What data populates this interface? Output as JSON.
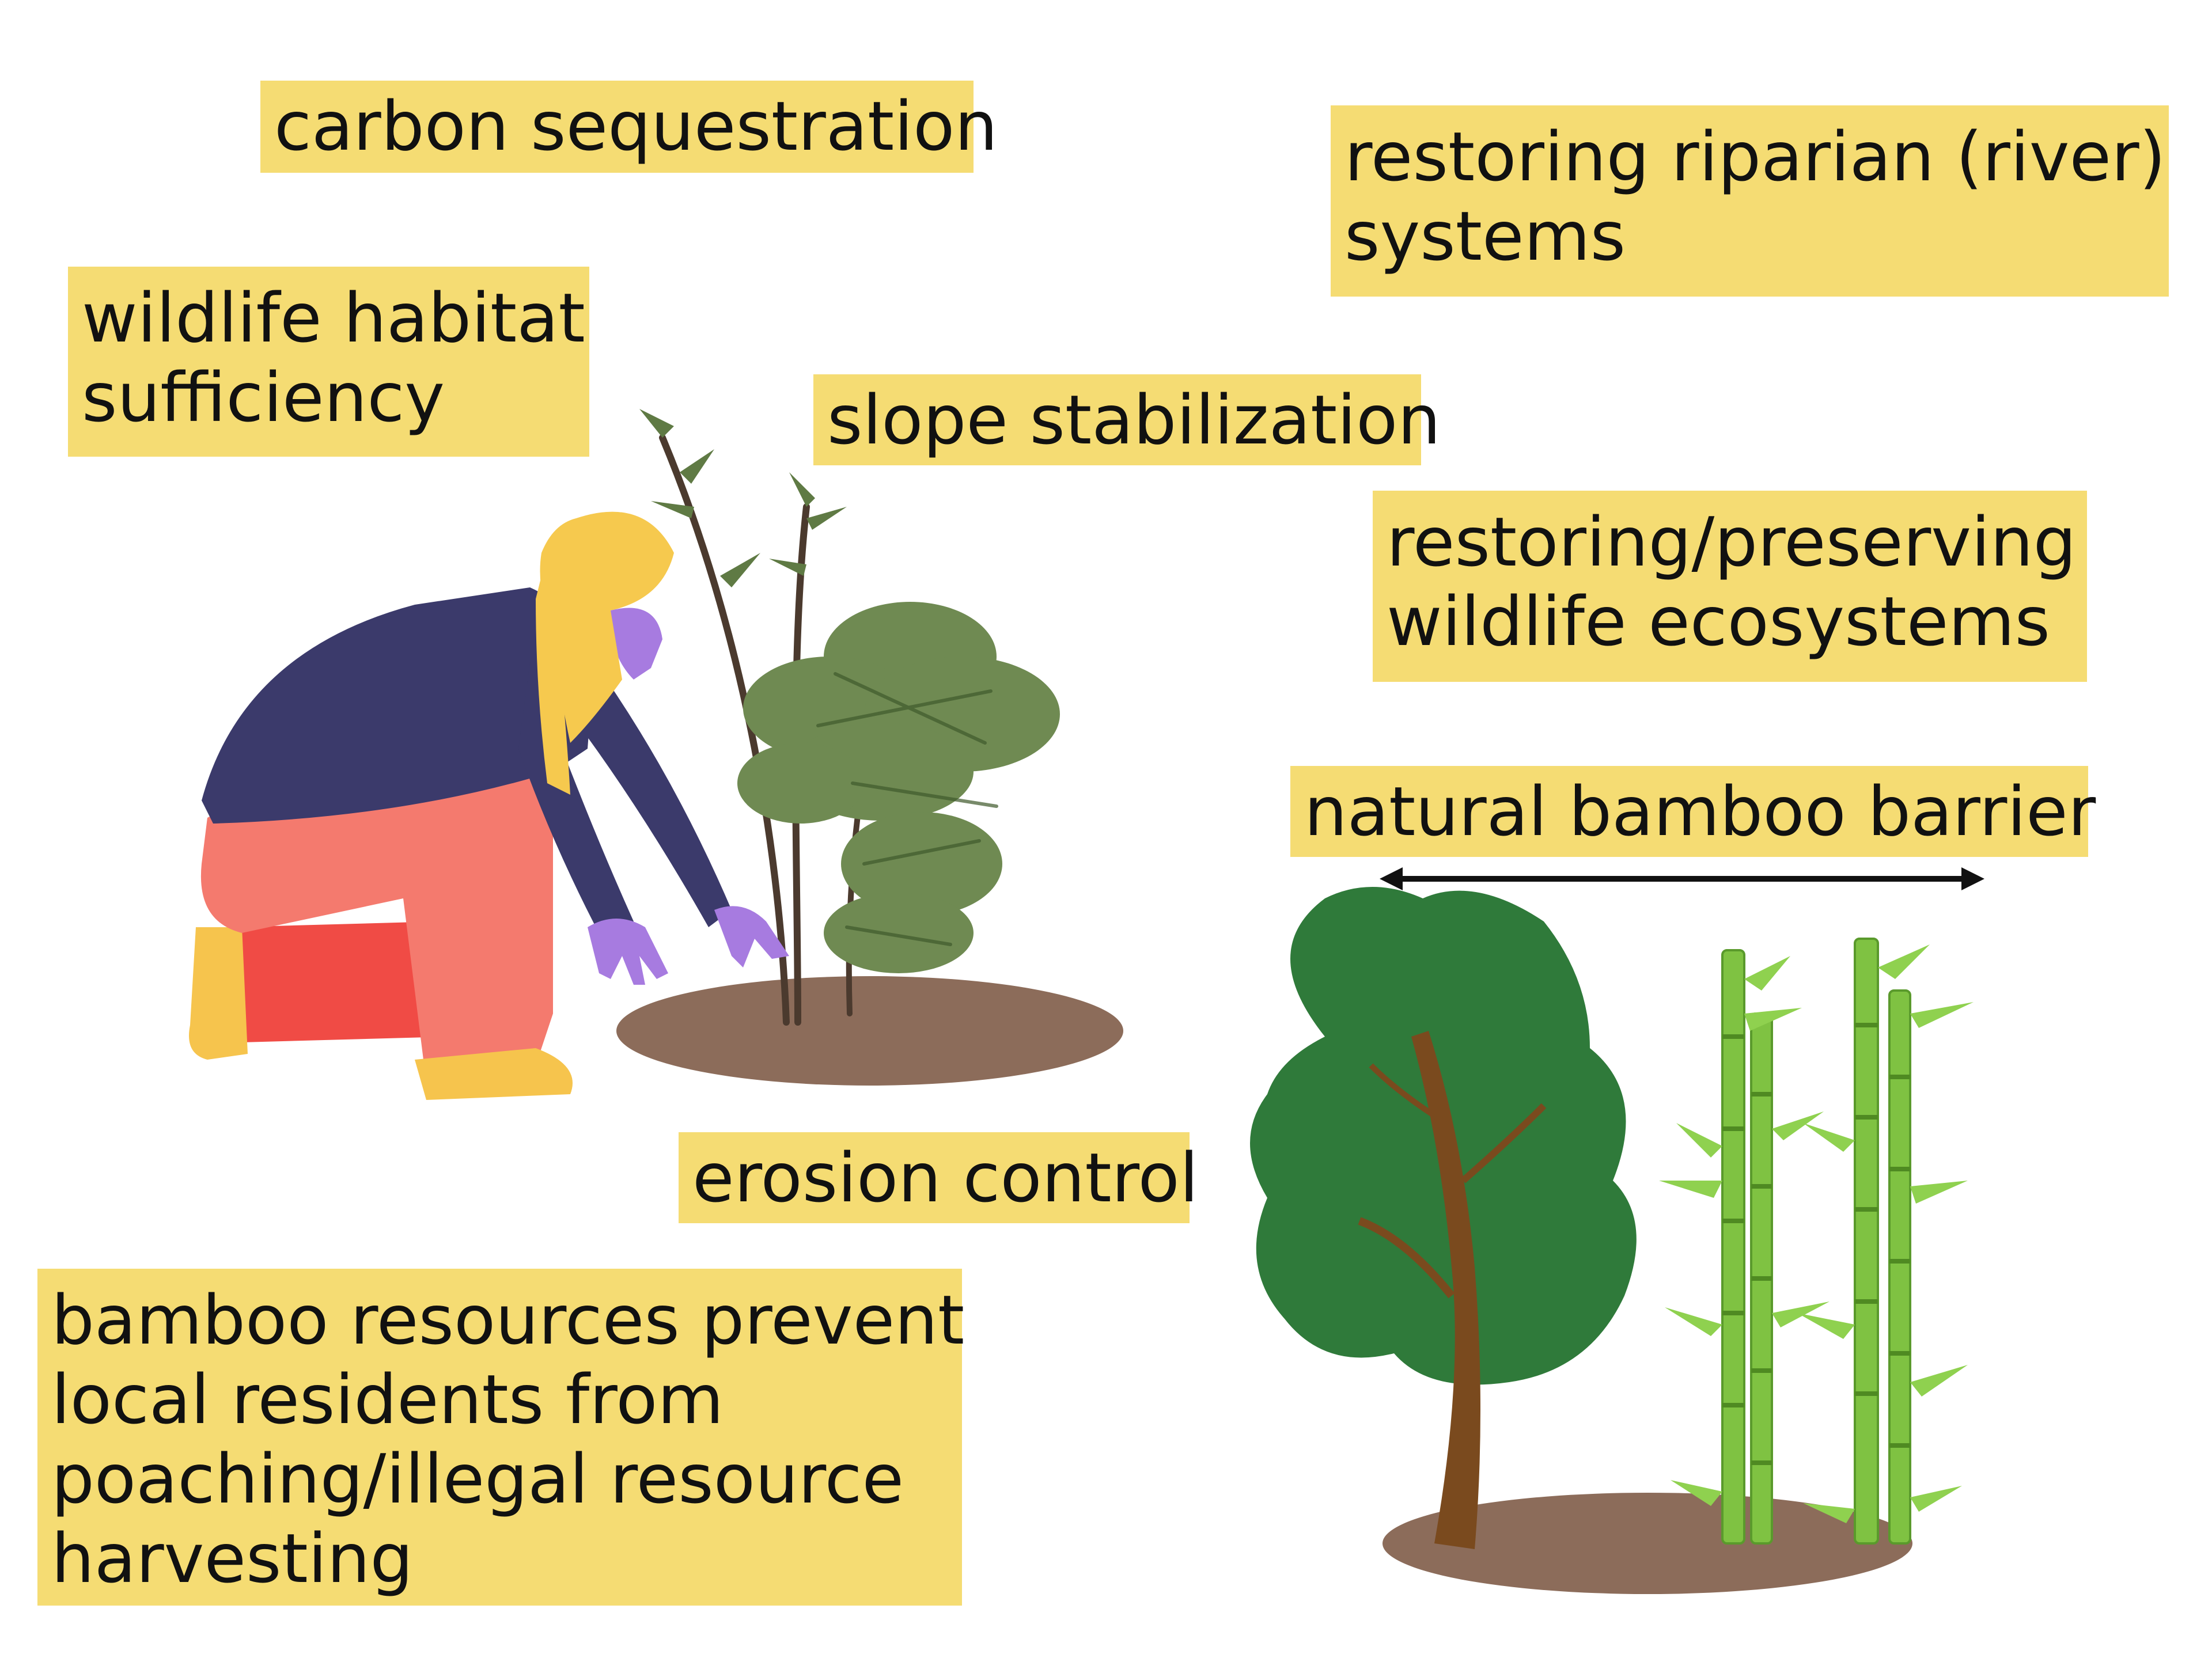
{
  "labels": {
    "carbon": "carbon sequestration",
    "wildlife_habitat": [
      "wildlife habitat",
      "sufficiency"
    ],
    "slope": "slope stabilization",
    "riparian": [
      "restoring riparian (river)",
      "systems"
    ],
    "ecosystems": [
      "restoring/preserving",
      "wildlife ecosystems"
    ],
    "barrier": "natural bamboo barrier",
    "erosion": "erosion control",
    "poaching": [
      "bamboo resources prevent",
      "local residents from",
      "poaching/illegal resource",
      "harvesting"
    ]
  },
  "colors": {
    "label_background": "#f5dc73",
    "soil": "#8c6c5a",
    "tree_canopy": "#2f7a3a",
    "tree_trunk": "#7a4a1e",
    "bamboo": "#7fc242",
    "sapling_leaves": "#5f7a44",
    "sweater": "#3b3a6b",
    "pants": "#f47a6e",
    "pants_shadow": "#f04b45",
    "hair": "#f6c94e",
    "skin": "#a77be0",
    "boots": "#f6c44d"
  },
  "icons": {
    "person": "kneeling-gardener-icon",
    "sapling": "bamboo-sapling-icon",
    "tree": "tree-icon",
    "bamboo": "bamboo-grove-icon",
    "arrow": "double-arrow-icon"
  }
}
